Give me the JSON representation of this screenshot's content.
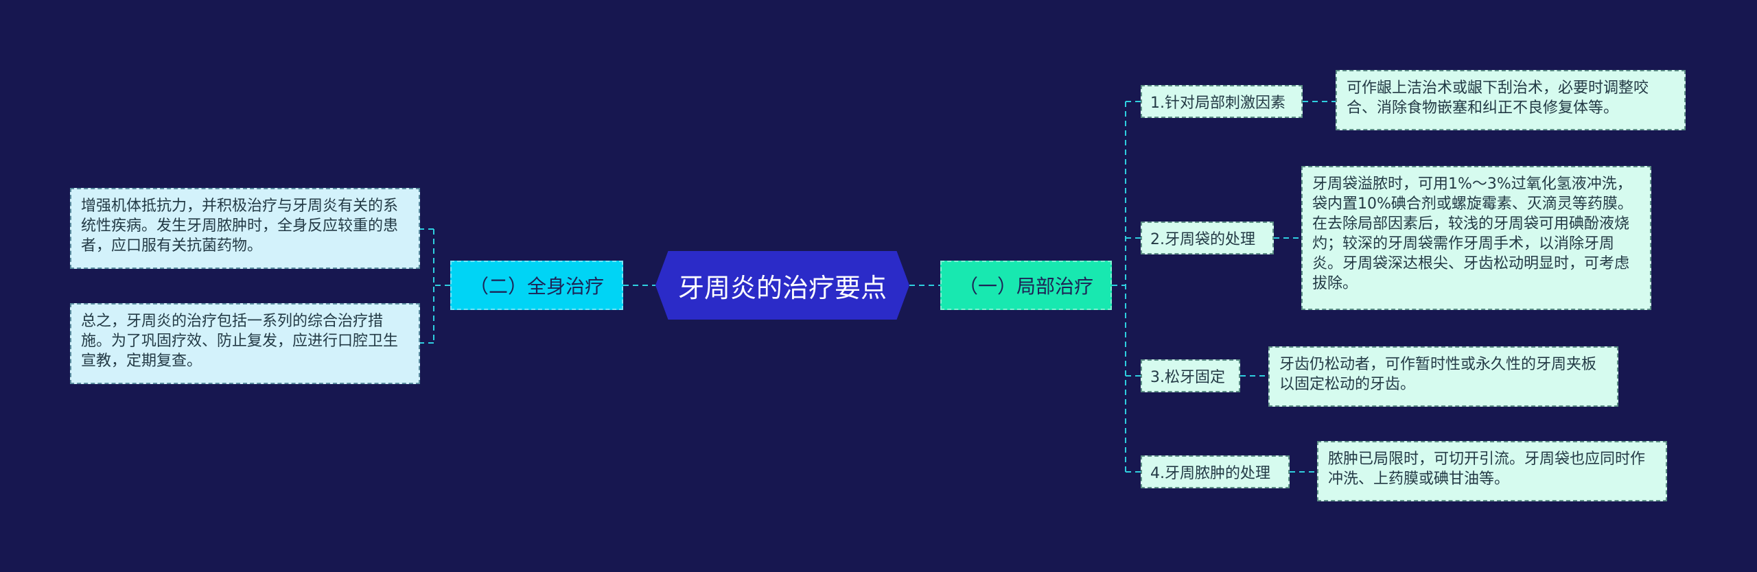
{
  "central": {
    "label": "牙周炎的治疗要点"
  },
  "left_branch": {
    "label": "（二）全身治疗",
    "leaves": [
      "增强机体抵抗力，并积极治疗与牙周炎有关的系统性疾病。发生牙周脓肿时，全身反应较重的患者，应口服有关抗菌药物。",
      "总之，牙周炎的治疗包括一系列的综合治疗措施。为了巩固疗效、防止复发，应进行口腔卫生宣教，定期复查。"
    ]
  },
  "right_branch": {
    "label": "（一）局部治疗",
    "items": [
      {
        "label": "1.针对局部刺激因素",
        "detail": "可作龈上洁治术或龈下刮治术，必要时调整咬合、消除食物嵌塞和纠正不良修复体等。"
      },
      {
        "label": "2.牙周袋的处理",
        "detail": "牙周袋溢脓时，可用1%～3%过氧化氢液冲洗，袋内置10%碘合剂或螺旋霉素、灭滴灵等药膜。在去除局部因素后，较浅的牙周袋可用碘酚液烧灼；较深的牙周袋需作牙周手术，以消除牙周炎。牙周袋深达根尖、牙齿松动明显时，可考虑拔除。"
      },
      {
        "label": "3.松牙固定",
        "detail": "牙齿仍松动者，可作暂时性或永久性的牙周夹板以固定松动的牙齿。"
      },
      {
        "label": "4.牙周脓肿的处理",
        "detail": "脓肿已局限时，可切开引流。牙周袋也应同时作冲洗、上药膜或碘甘油等。"
      }
    ]
  },
  "colors": {
    "background": "#171750",
    "central": "#2b2bc8",
    "left_branch": "#00d4f5",
    "right_branch": "#18e8b0",
    "leaf": "#d6fbef",
    "connector": "#2fd0e0"
  }
}
